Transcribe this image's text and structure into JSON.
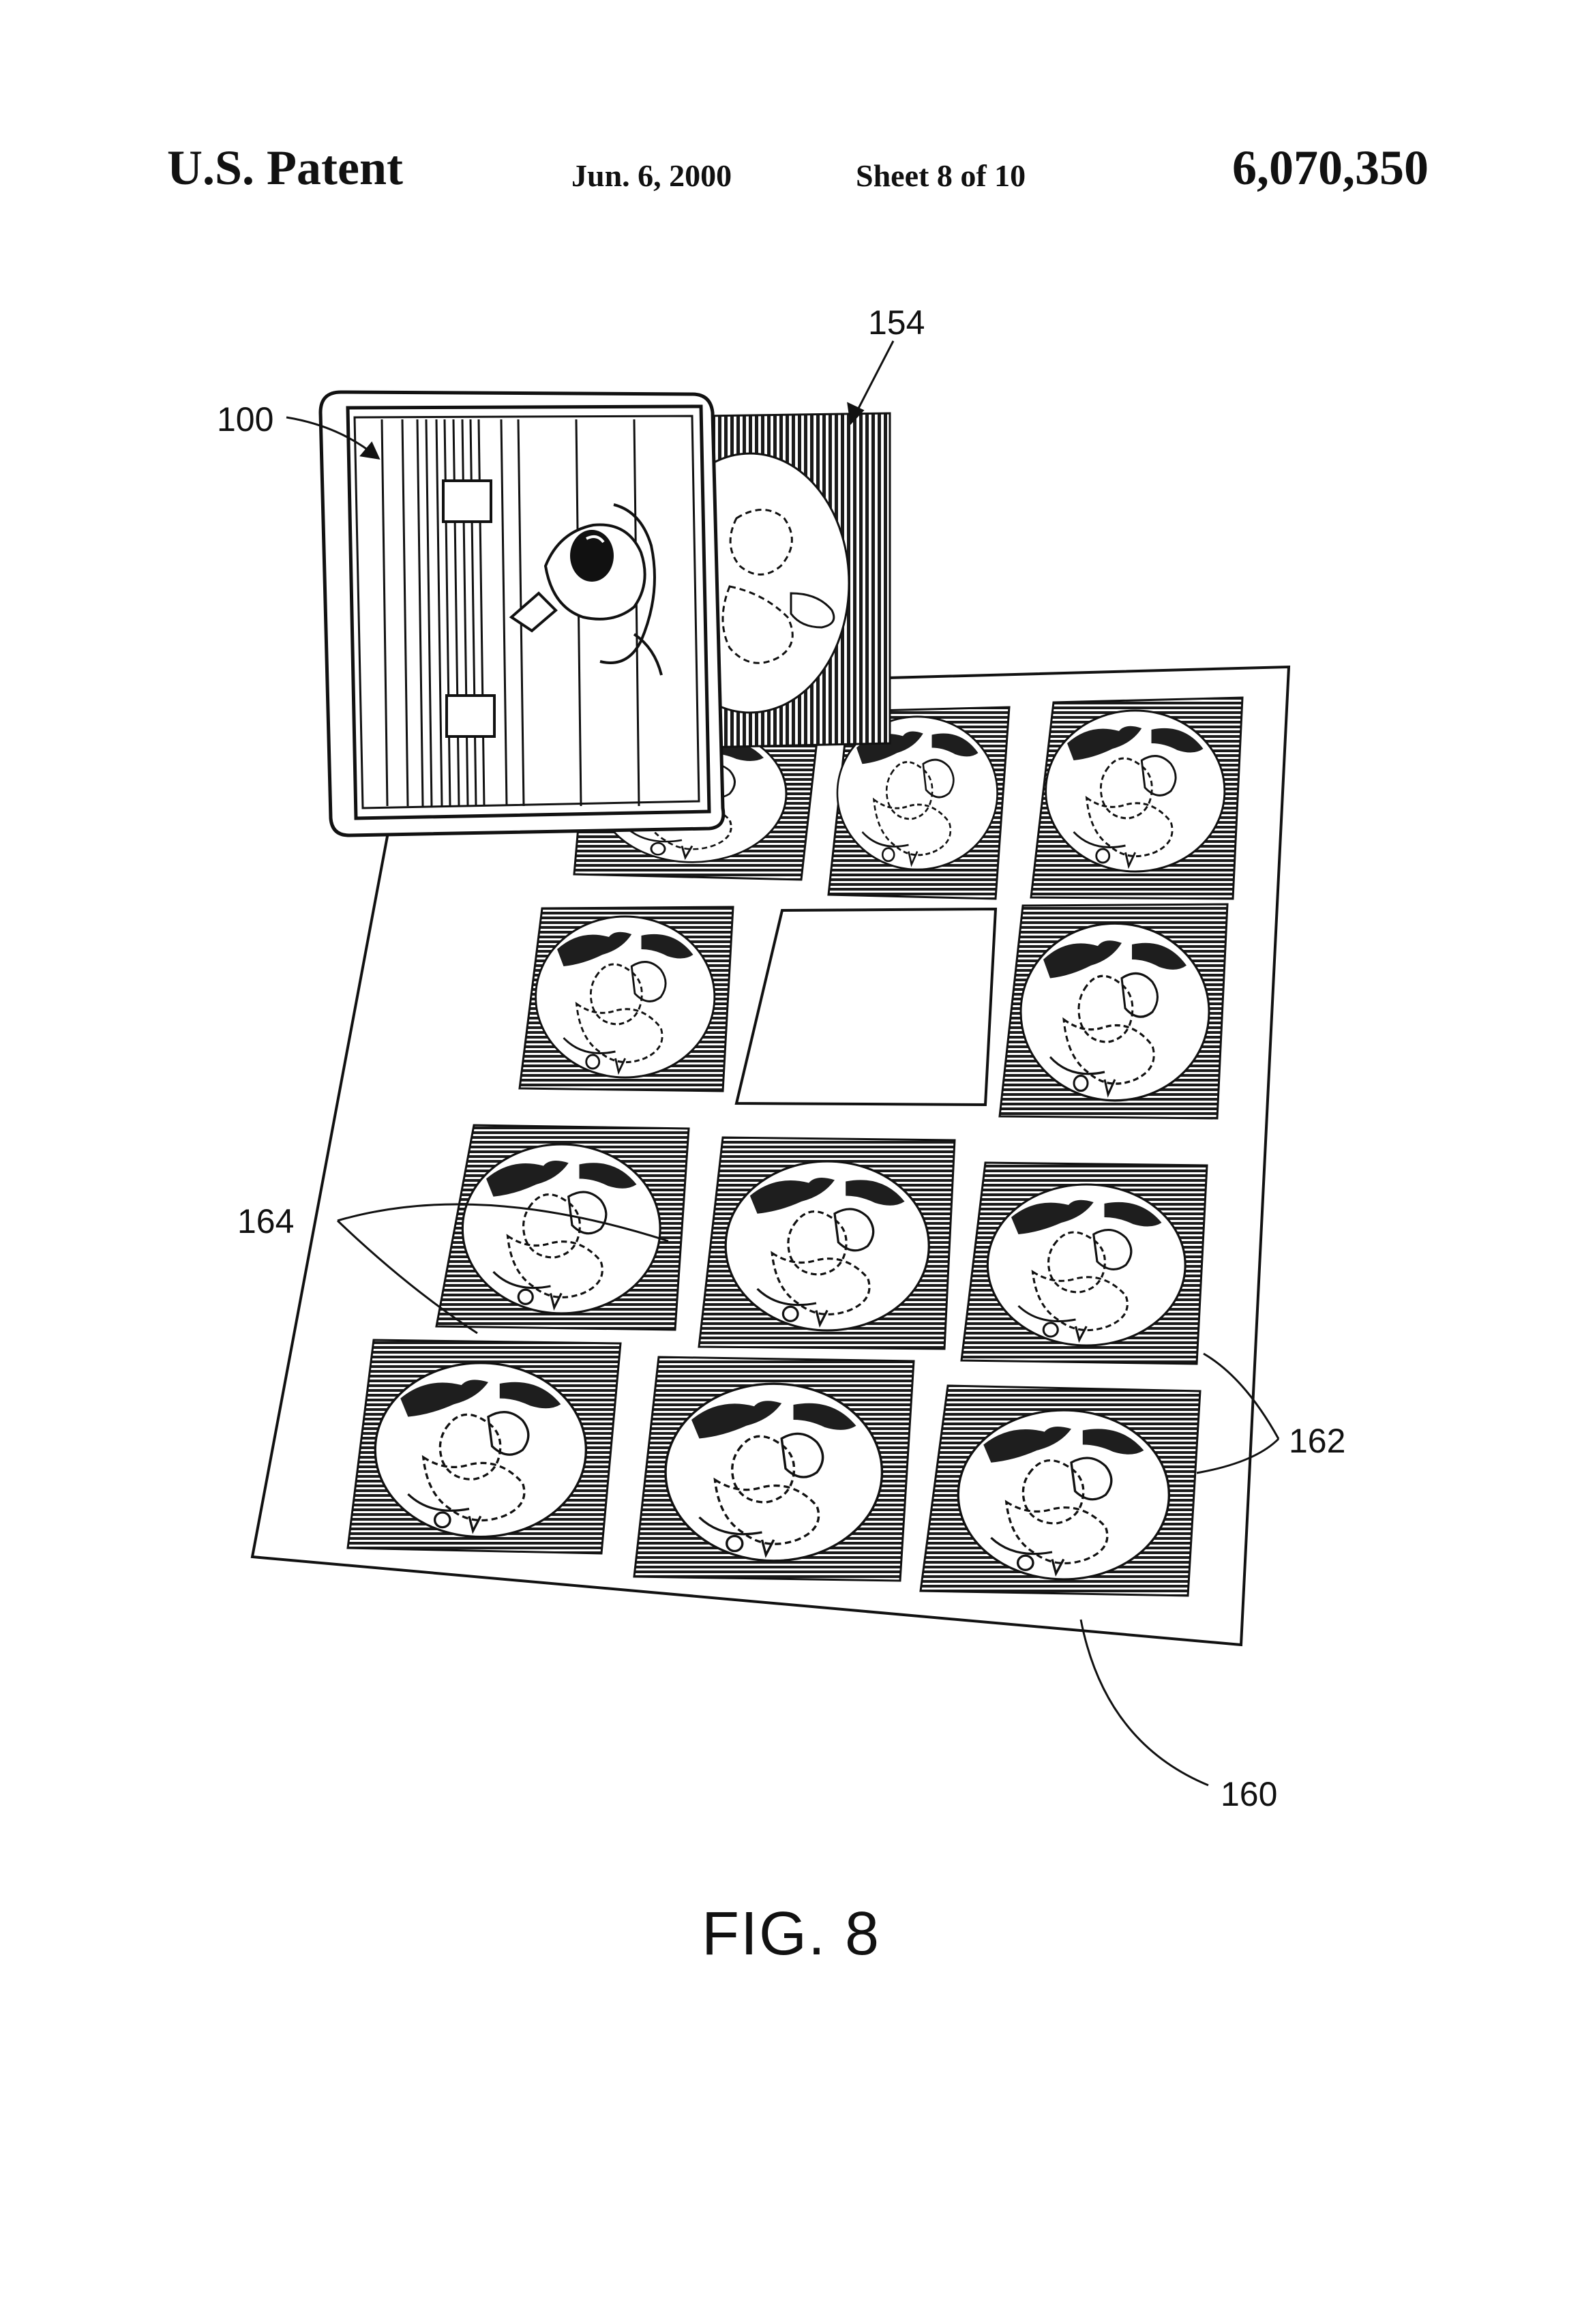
{
  "header": {
    "left": "U.S. Patent",
    "date": "Jun. 6, 2000",
    "sheet": "Sheet 8 of 10",
    "number": "6,070,350"
  },
  "figure": {
    "caption": "FIG. 8",
    "references": {
      "viewer": "100",
      "lenticular_card": "154",
      "sheet": "160",
      "images": "162",
      "perforations": "164"
    }
  },
  "colors": {
    "ink": "#111111",
    "paper": "#ffffff",
    "tile_shading": "#2a2a2a"
  }
}
